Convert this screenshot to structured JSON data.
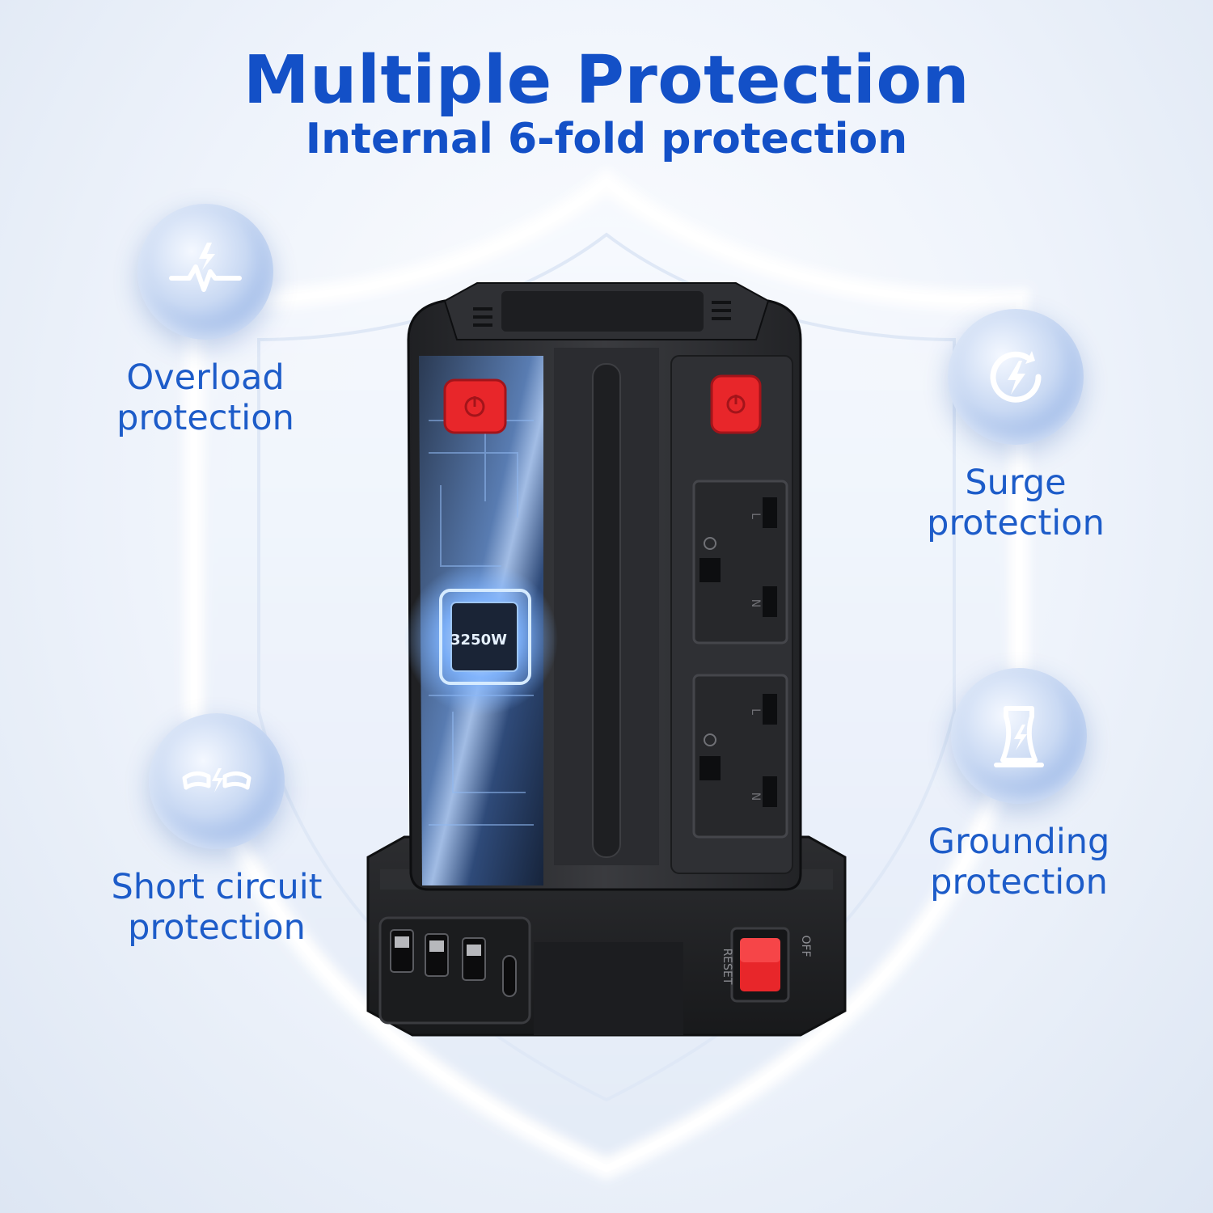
{
  "header": {
    "title": "Multiple Protection",
    "subtitle": "Internal 6-fold protection"
  },
  "features": {
    "overload": {
      "icon": "heartbeat-lightning-icon",
      "line1": "Overload",
      "line2": "protection"
    },
    "surge": {
      "icon": "lightning-circle-icon",
      "line1": "Surge",
      "line2": "protection"
    },
    "short": {
      "icon": "broken-wire-spark-icon",
      "line1": "Short circuit",
      "line2": "protection"
    },
    "ground": {
      "icon": "cooling-tower-lightning-icon",
      "line1": "Grounding",
      "line2": "protection"
    }
  },
  "device": {
    "chip_label": "3250W",
    "reset_label": "RESET",
    "off_label": "OFF",
    "socket_marks": [
      "L",
      "N"
    ],
    "colors": {
      "body": "#2a2b2e",
      "button": "#e8262a",
      "accent": "#1350c7"
    }
  }
}
